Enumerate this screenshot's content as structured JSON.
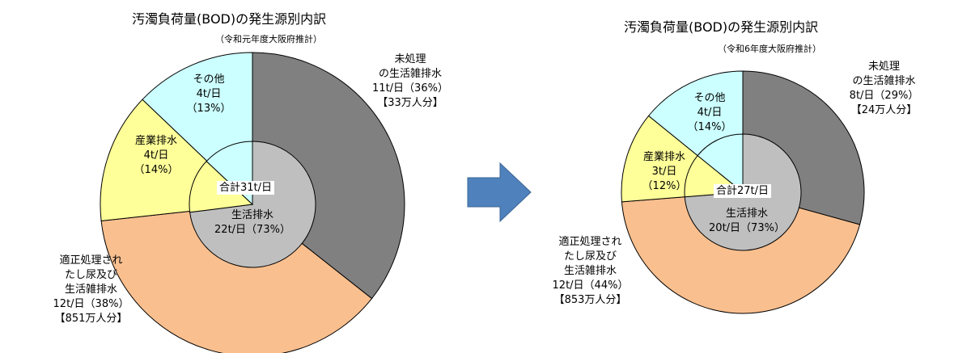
{
  "chart_data": [
    {
      "type": "pie",
      "title": "汚濁負荷量(BOD)の発生源別内訳",
      "subtitle": "（令和元年度大阪府推計）",
      "total_label": "合計31t/日",
      "inner": [
        {
          "name": "生活排水",
          "value": 22,
          "percent": 73,
          "value_label": "22t/日（73%）",
          "color": "#bfbfbf"
        },
        {
          "name": "産業排水",
          "value": 4,
          "percent": 14,
          "color": "#ffff99"
        },
        {
          "name": "その他",
          "value": 4,
          "percent": 13,
          "color": "#ccffff"
        }
      ],
      "outer": [
        {
          "name": "未処理の生活雑排水",
          "value": 11,
          "percent": 36,
          "color": "#808080",
          "lines": [
            "未処理",
            "の生活雑排水",
            "11t/日（36%）",
            "【33万人分】"
          ]
        },
        {
          "name": "適正処理されたし尿及び生活雑排水",
          "value": 12,
          "percent": 38,
          "color": "#f9bf8f",
          "lines": [
            "適正処理され",
            "たし尿及び",
            "生活雑排水",
            "12t/日（38%）",
            "【851万人分】"
          ]
        },
        {
          "name": "産業排水",
          "value": 4,
          "percent": 14,
          "color": "#ffff99",
          "lines": [
            "産業排水",
            "4t/日",
            "（14%）"
          ]
        },
        {
          "name": "その他",
          "value": 4,
          "percent": 13,
          "color": "#ccffff",
          "lines": [
            "その他",
            "4t/日",
            "（13%）"
          ]
        }
      ]
    },
    {
      "type": "pie",
      "title": "汚濁負荷量(BOD)の発生源別内訳",
      "subtitle": "（令和6年度大阪府推計）",
      "total_label": "合計27t/日",
      "inner": [
        {
          "name": "生活排水",
          "value": 20,
          "percent": 73,
          "value_label": "20t/日（73%）",
          "color": "#bfbfbf"
        },
        {
          "name": "産業排水",
          "value": 3,
          "percent": 12,
          "color": "#ffff99"
        },
        {
          "name": "その他",
          "value": 4,
          "percent": 14,
          "color": "#ccffff"
        }
      ],
      "outer": [
        {
          "name": "未処理の生活雑排水",
          "value": 8,
          "percent": 29,
          "color": "#808080",
          "lines": [
            "未処理",
            "の生活雑排水",
            "8t/日（29%）",
            "【24万人分】"
          ]
        },
        {
          "name": "適正処理されたし尿及び生活雑排水",
          "value": 12,
          "percent": 44,
          "color": "#f9bf8f",
          "lines": [
            "適正処理され",
            "たし尿及び",
            "生活雑排水",
            "12t/日（44%）",
            "【853万人分】"
          ]
        },
        {
          "name": "産業排水",
          "value": 3,
          "percent": 12,
          "color": "#ffff99",
          "lines": [
            "産業排水",
            "3t/日",
            "（12%）"
          ]
        },
        {
          "name": "その他",
          "value": 4,
          "percent": 14,
          "color": "#ccffff",
          "lines": [
            "その他",
            "4t/日",
            "（14%）"
          ]
        }
      ]
    }
  ],
  "arrow": {
    "icon": "right-arrow-icon",
    "color": "#4f81bd"
  }
}
